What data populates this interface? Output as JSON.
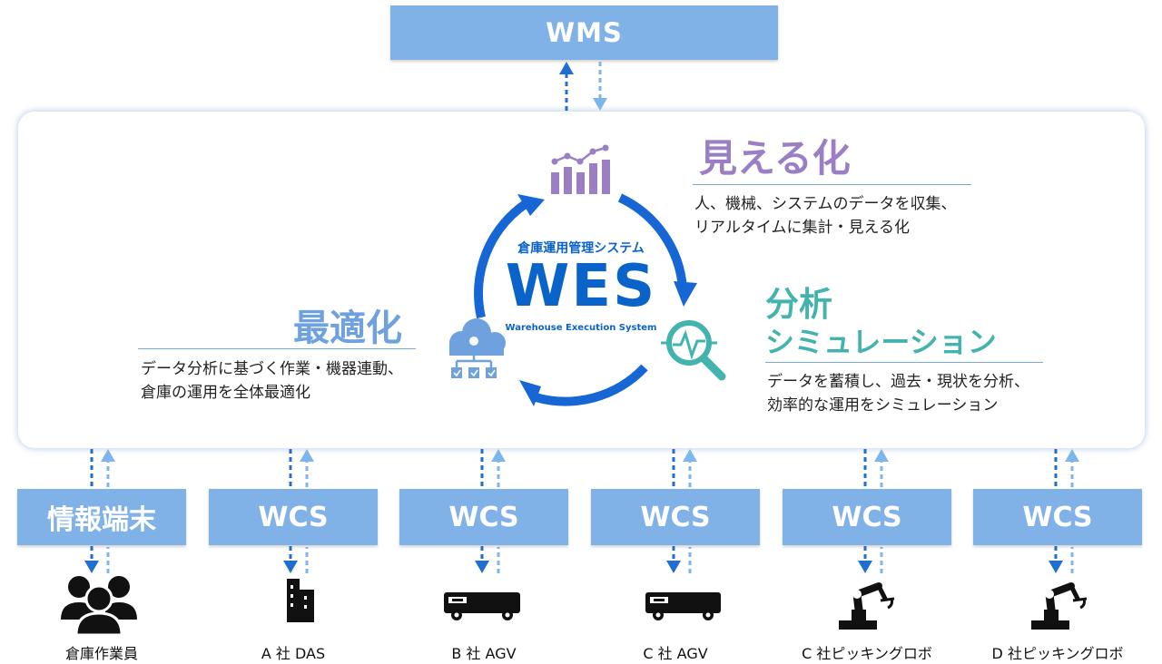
{
  "wms": {
    "label": "WMS"
  },
  "wes": {
    "subtitle": "倉庫運用管理システム",
    "title": "WES",
    "english": "Warehouse Execution System"
  },
  "visualize": {
    "heading": "見える化",
    "lines": [
      "人、機械、システムのデータを収集、",
      "リアルタイムに集計・見える化"
    ],
    "color": "#9a7fc4"
  },
  "analysis": {
    "heading1": "分析",
    "heading2": "シミュレーション",
    "lines": [
      "データを蓄積し、過去・現状を分析、",
      "効率的な運用をシミュレーション"
    ],
    "color": "#43b3ad"
  },
  "optimize": {
    "heading": "最適化",
    "lines": [
      "データ分析に基づく作業・機器連動、",
      "倉庫の運用を全体最適化"
    ],
    "color": "#6ea1dd"
  },
  "bottom_boxes": [
    {
      "label": "情報端末",
      "caption": "倉庫作業員",
      "icon": "workers-icon"
    },
    {
      "label": "WCS",
      "caption": "A 社 DAS",
      "icon": "building-icon"
    },
    {
      "label": "WCS",
      "caption": "B 社 AGV",
      "icon": "agv-icon"
    },
    {
      "label": "WCS",
      "caption": "C 社 AGV",
      "icon": "agv-icon"
    },
    {
      "label": "WCS",
      "caption": "C 社ピッキングロボ",
      "icon": "robot-arm-icon"
    },
    {
      "label": "WCS",
      "caption": "D 社ピッキングロボ",
      "icon": "robot-arm-icon"
    }
  ],
  "colors": {
    "box": "#80b2e8",
    "arrow_dark": "#1f6fd1",
    "arrow_light": "#7db6ea",
    "cycle": "#1666d6"
  }
}
